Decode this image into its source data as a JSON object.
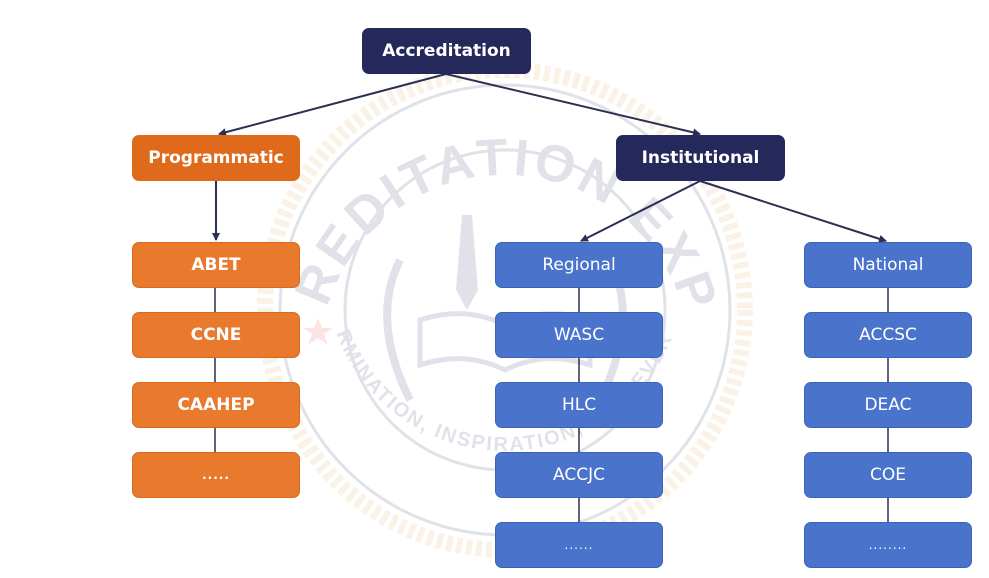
{
  "root": {
    "label": "Accreditation"
  },
  "programmatic": {
    "label": "Programmatic",
    "items": [
      "ABET",
      "CCNE",
      "CAAHEP",
      "....."
    ]
  },
  "institutional": {
    "label": "Institutional",
    "regional": {
      "label": "Regional",
      "items": [
        "WASC",
        "HLC",
        "ACCJC",
        "......"
      ]
    },
    "national": {
      "label": "National",
      "items": [
        "ACCSC",
        "DEAC",
        "COE",
        "........"
      ]
    }
  },
  "watermark": {
    "top_text": "ACCREDITATION EXPERT",
    "bottom_text": "DETERMINATION, INSPIRATION, PERSEVERANCE"
  },
  "colors": {
    "navy": "#24285b",
    "orange": "#e9792d",
    "blue": "#4a74cc",
    "connector": "#2b2f55"
  }
}
